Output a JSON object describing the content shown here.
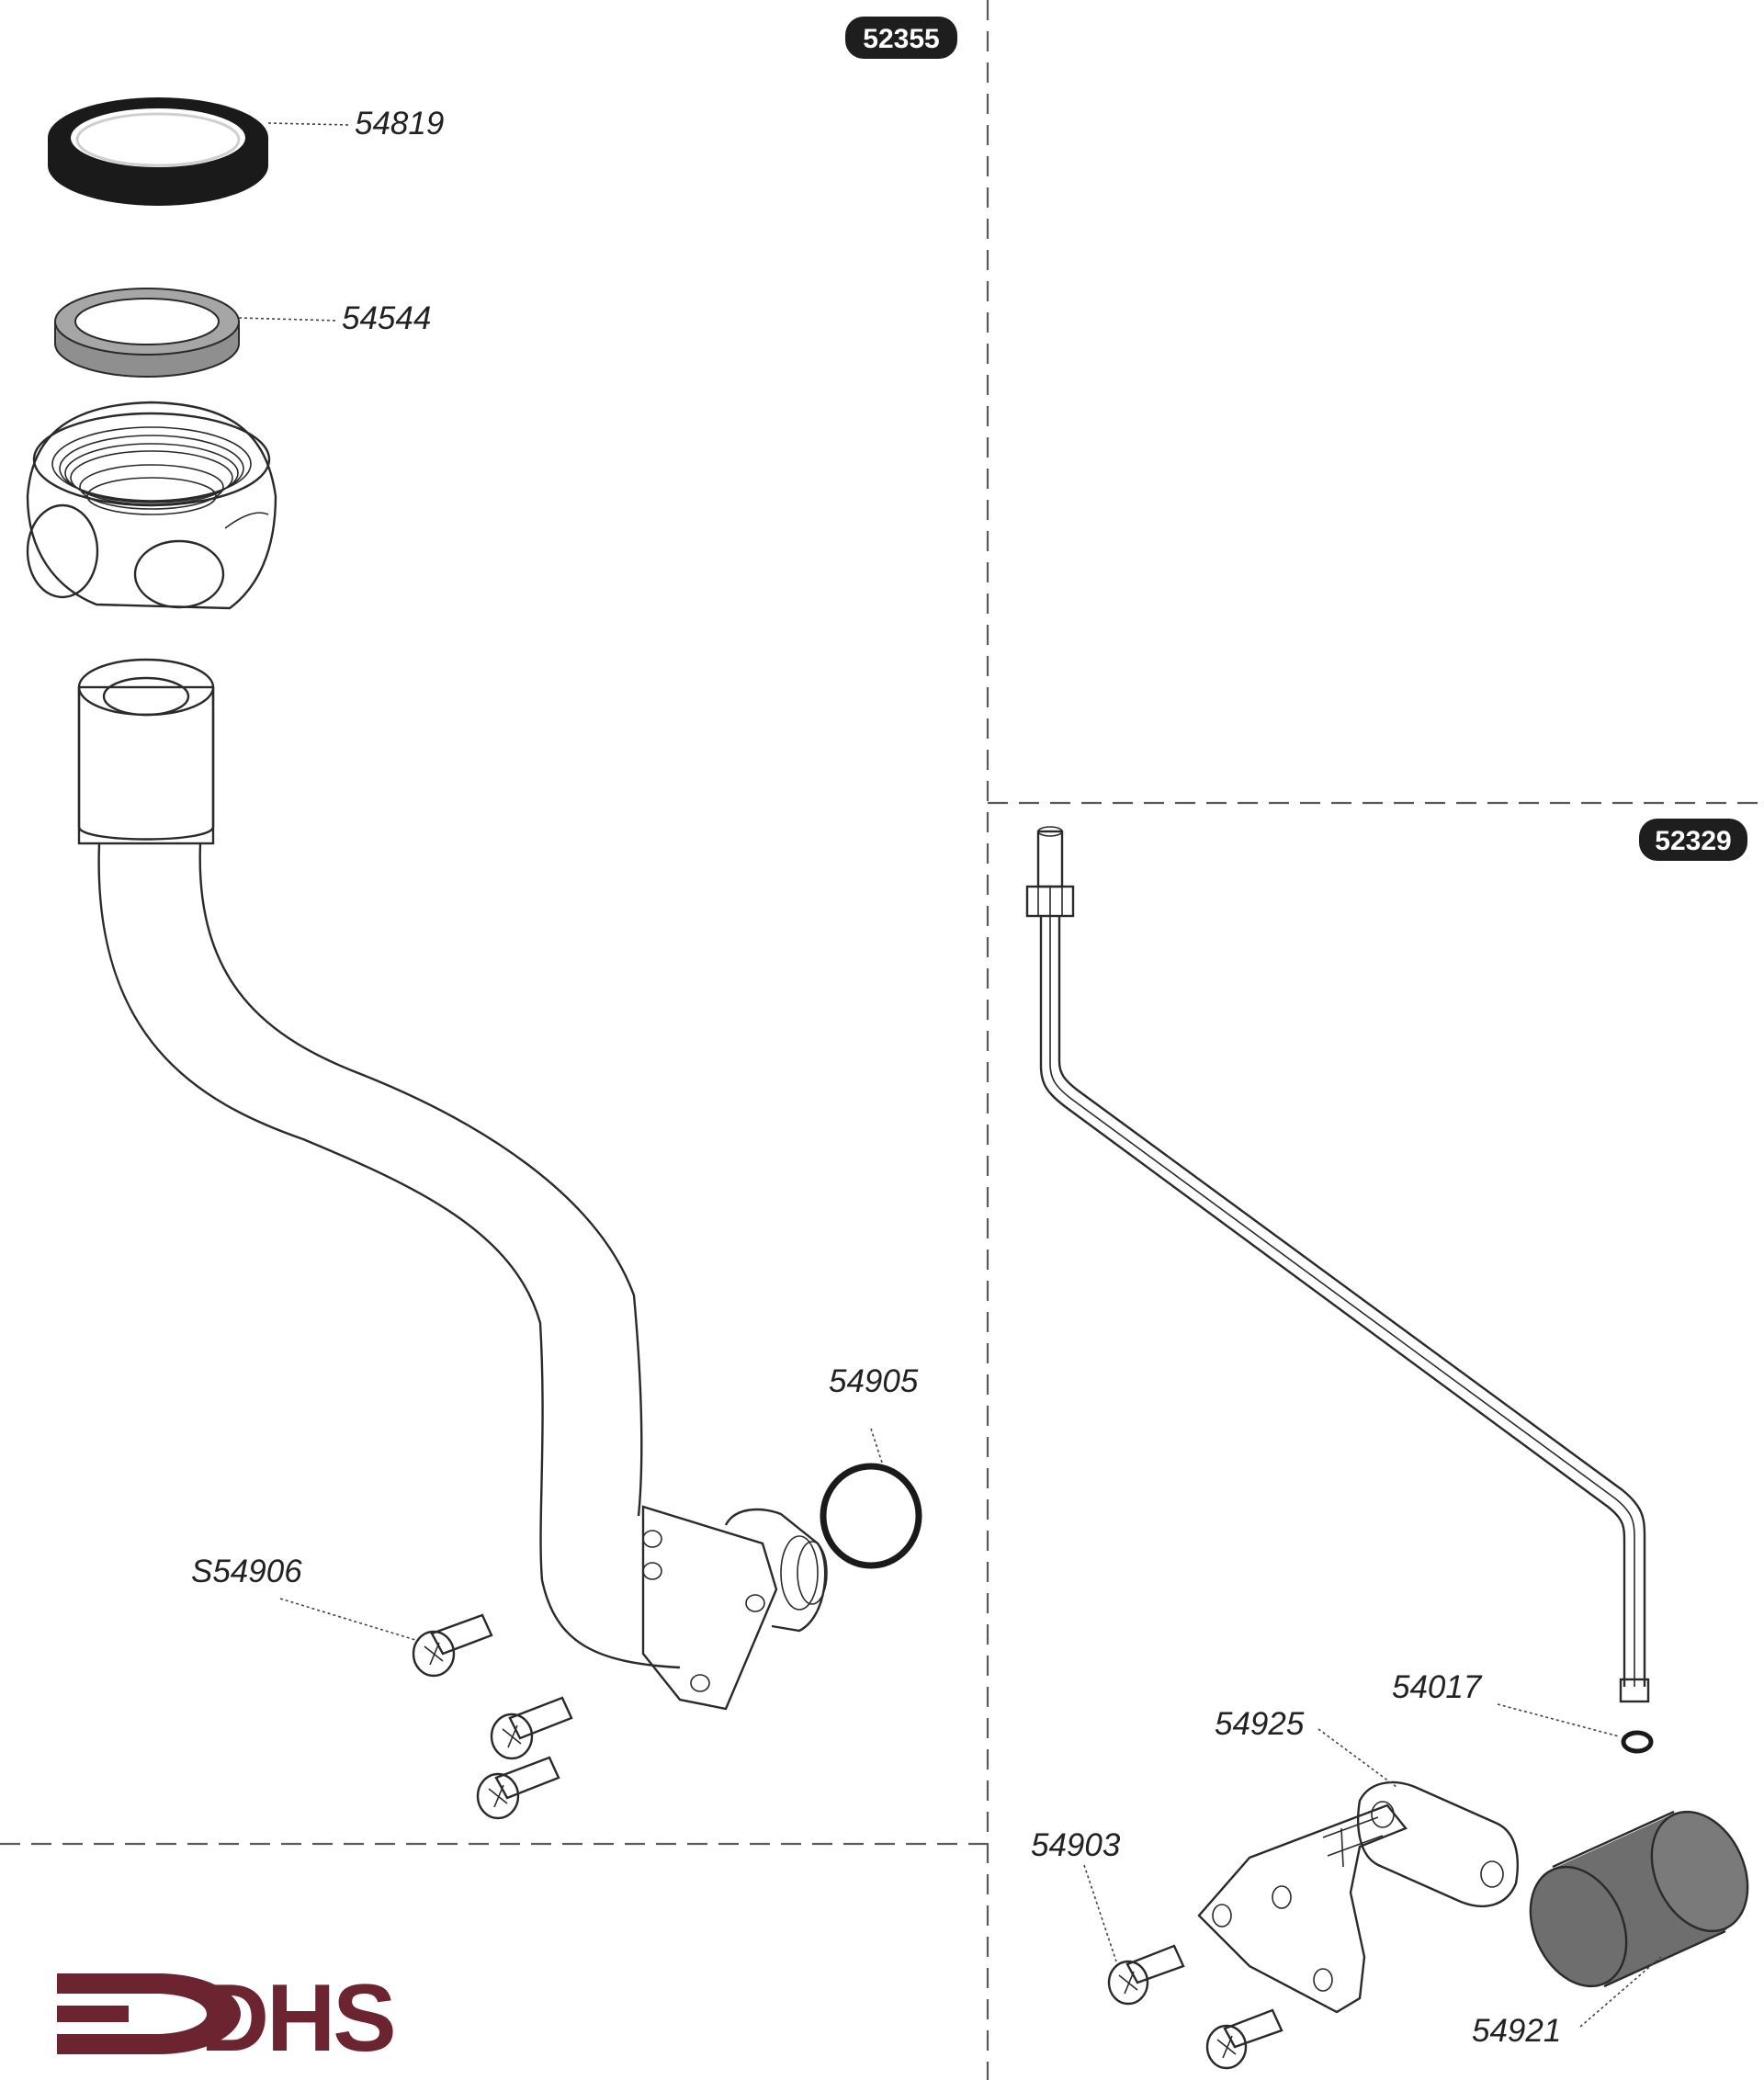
{
  "sections": {
    "left_badge": "52355",
    "right_badge": "52329"
  },
  "parts": {
    "p54819": "54819",
    "p54544": "54544",
    "p54905": "54905",
    "pS54906": "S54906",
    "p54017": "54017",
    "p54925": "54925",
    "p54903": "54903",
    "p54921": "54921"
  },
  "logo": {
    "text": "DHS"
  },
  "colors": {
    "badge_bg": "#1e1e1e",
    "logo_color": "#6b2430",
    "line_color": "#2a2a2a",
    "gasket_dark": "#1a1a1a",
    "washer_gray": "#9a9a9a",
    "cap_gray": "#6e6e6e"
  }
}
